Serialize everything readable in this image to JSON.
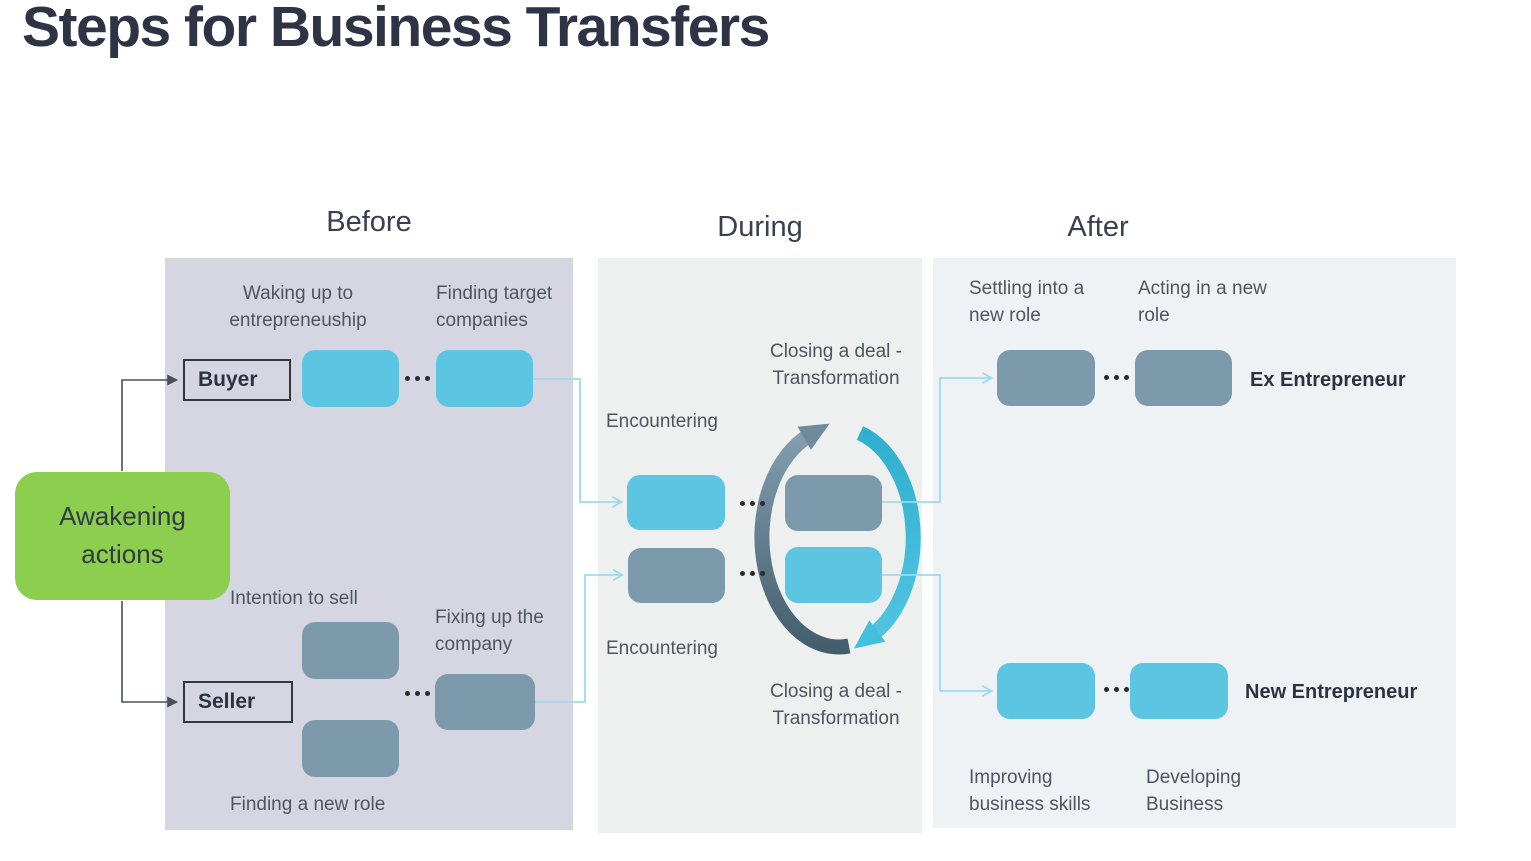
{
  "title": "Steps for Business Transfers",
  "columns": {
    "before": "Before",
    "during": "During",
    "after": "After"
  },
  "awakening": {
    "label": "Awakening\nactions"
  },
  "before": {
    "waking_label": "Waking up to\nentrepreneuship",
    "finding_target_label": "Finding target\ncompanies",
    "buyer_label": "Buyer",
    "intention_label": "Intention to sell",
    "fixing_label": "Fixing up the\ncompany",
    "seller_label": "Seller",
    "finding_role_label": "Finding a new role"
  },
  "during": {
    "encountering_top_label": "Encountering",
    "closing_top_label": "Closing a deal -\nTransformation",
    "encountering_bottom_label": "Encountering",
    "closing_bottom_label": "Closing a deal -\nTransformation"
  },
  "after": {
    "settling_label": "Settling into a\nnew role",
    "acting_label": "Acting in a new\nrole",
    "ex_entrepreneur_label": "Ex Entrepreneur",
    "new_entrepreneur_label": "New Entrepreneur",
    "improving_label": "Improving\nbusiness skills",
    "developing_label": "Developing\nBusiness"
  },
  "colors": {
    "title": "#2E3345",
    "header": "#3B4050",
    "label": "#4F5560",
    "strong": "#2C3240",
    "green_text": "#333B44",
    "panel_before": "#D5D6E2",
    "panel_during": "#EDF0EE",
    "panel_after": "#EFF2F4",
    "cyan": "#5CC5E2",
    "slate": "#7C9AAC",
    "green": "#8CCE4D",
    "outline": "#33383F",
    "line_dark": "#4A4F55",
    "line_light": "#9BDBEF",
    "dot": "#2B2B2B",
    "arc_slate_1": "#84A0B1",
    "arc_slate_2": "#435D6C",
    "arc_slate_arrow": "#6E8A9B",
    "arc_cyan_1": "#2FAECE",
    "arc_cyan_2": "#53C6E3",
    "arc_cyan_arrow": "#43BFE0"
  }
}
